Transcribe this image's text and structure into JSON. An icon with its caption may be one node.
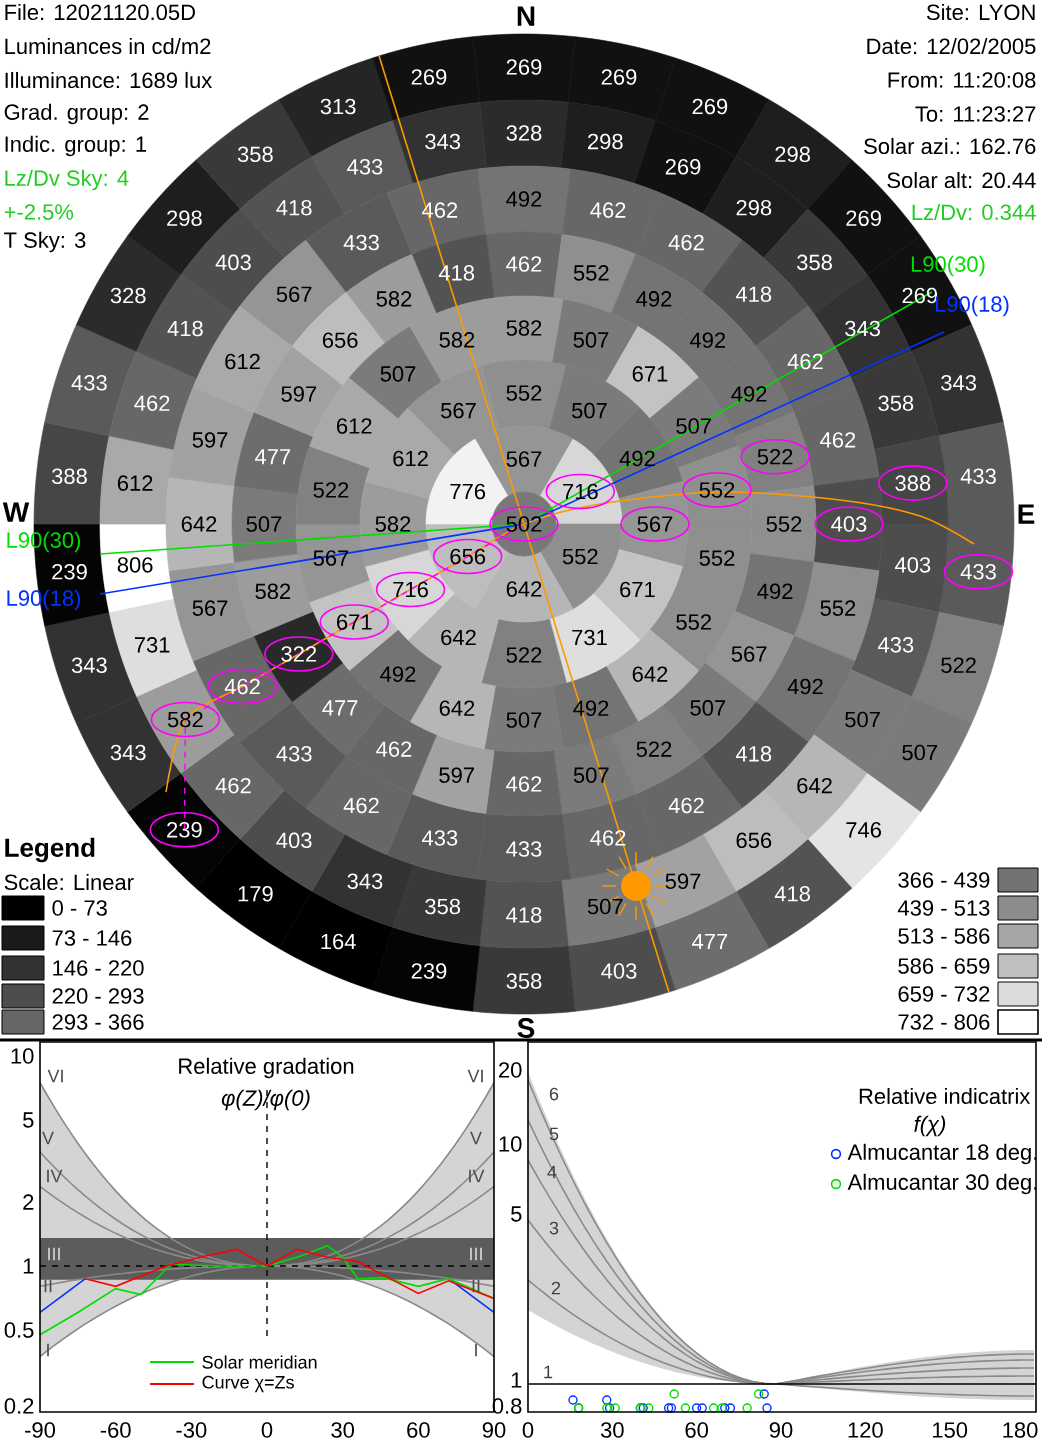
{
  "diagram": {
    "labels": [
      "File: 12021120.05D",
      "Luminances in cd/m2",
      "Illuminance: 1689 lux",
      "Grad. group: 2",
      "Indic. group: 1",
      "Lz/Dv Sky: 4",
      "+-2.5%",
      "T Sky: 3",
      "Site: LYON",
      "Date: 12/02/2005",
      "From: 11:20:08",
      "To: 11:23:27",
      "Solar azi.: 162.76",
      "Solar alt: 20.44",
      "Lz/Dv: 0.344",
      "N",
      "W",
      "E",
      "S",
      "269",
      "269",
      "269",
      "298",
      "269",
      "269",
      "343",
      "433",
      "433",
      "522",
      "507",
      "746",
      "418",
      "477",
      "403",
      "358",
      "239",
      "164",
      "179",
      "239",
      "343",
      "343",
      "239",
      "388",
      "433",
      "328",
      "298",
      "358",
      "313",
      "269",
      "328",
      "298",
      "269",
      "298",
      "358",
      "343",
      "358",
      "388",
      "403",
      "433",
      "507",
      "642",
      "656",
      "597",
      "507",
      "418",
      "358",
      "343",
      "403",
      "462",
      "582",
      "731",
      "806",
      "612",
      "462",
      "418",
      "403",
      "418",
      "433",
      "343",
      "492",
      "462",
      "462",
      "418",
      "462",
      "462",
      "403",
      "552",
      "492",
      "418",
      "462",
      "462",
      "433",
      "433",
      "462",
      "433",
      "462",
      "567",
      "642",
      "597",
      "612",
      "567",
      "433",
      "462",
      "462",
      "552",
      "492",
      "492",
      "492",
      "522",
      "552",
      "492",
      "567",
      "507",
      "522",
      "507",
      "462",
      "597",
      "462",
      "477",
      "322",
      "582",
      "507",
      "477",
      "597",
      "656",
      "582",
      "418",
      "582",
      "507",
      "671",
      "507",
      "552",
      "552",
      "552",
      "642",
      "492",
      "507",
      "642",
      "492",
      "671",
      "567",
      "522",
      "612",
      "507",
      "582",
      "552",
      "507",
      "492",
      "567",
      "671",
      "731",
      "522",
      "642",
      "716",
      "582",
      "612",
      "567",
      "567",
      "716",
      "552",
      "642",
      "656",
      "776",
      "502",
      "L90(30)",
      "L90(18)",
      "L90(30)",
      "L90(18)",
      "Legend",
      "Scale: Linear",
      "Relative gradation",
      "φ(Z)/φ(0)",
      "10",
      "5",
      "2",
      "1",
      "0.5",
      "0.2",
      "VI",
      "V",
      "IV",
      "III",
      "II",
      "I",
      "VI",
      "V",
      "IV",
      "III",
      "II",
      "I",
      "-90",
      "-60",
      "-30",
      "0",
      "30",
      "60",
      "90",
      "Relative indicatrix",
      "f(χ)",
      "20",
      "10",
      "5",
      "1",
      "0.8",
      "6",
      "5",
      "4",
      "3",
      "2",
      "1",
      "0",
      "30",
      "60",
      "90",
      "120",
      "150",
      "180"
    ],
    "legend": [
      {
        "text": "0 - 73",
        "color": "#000000"
      },
      {
        "text": "73 - 146",
        "color": "#1a1a1a"
      },
      {
        "text": "146 - 220",
        "color": "#333333"
      },
      {
        "text": "220 - 293",
        "color": "#4d4d4d"
      },
      {
        "text": "293 - 366",
        "color": "#666666"
      },
      {
        "text": "366 - 439",
        "color": "#737373"
      },
      {
        "text": "439 - 513",
        "color": "#8c8c8c"
      },
      {
        "text": "513 - 586",
        "color": "#a6a6a6"
      },
      {
        "text": "586 - 659",
        "color": "#c0c0c0"
      },
      {
        "text": "659 - 732",
        "color": "#dcdcdc"
      },
      {
        "text": "732 - 806"
      },
      {
        "text": "Solar meridian"
      },
      {
        "text": "Curve χ=Zs"
      },
      {
        "text": "Almucantar 18 deg."
      },
      {
        "text": "Almucantar 30 deg."
      }
    ]
  }
}
